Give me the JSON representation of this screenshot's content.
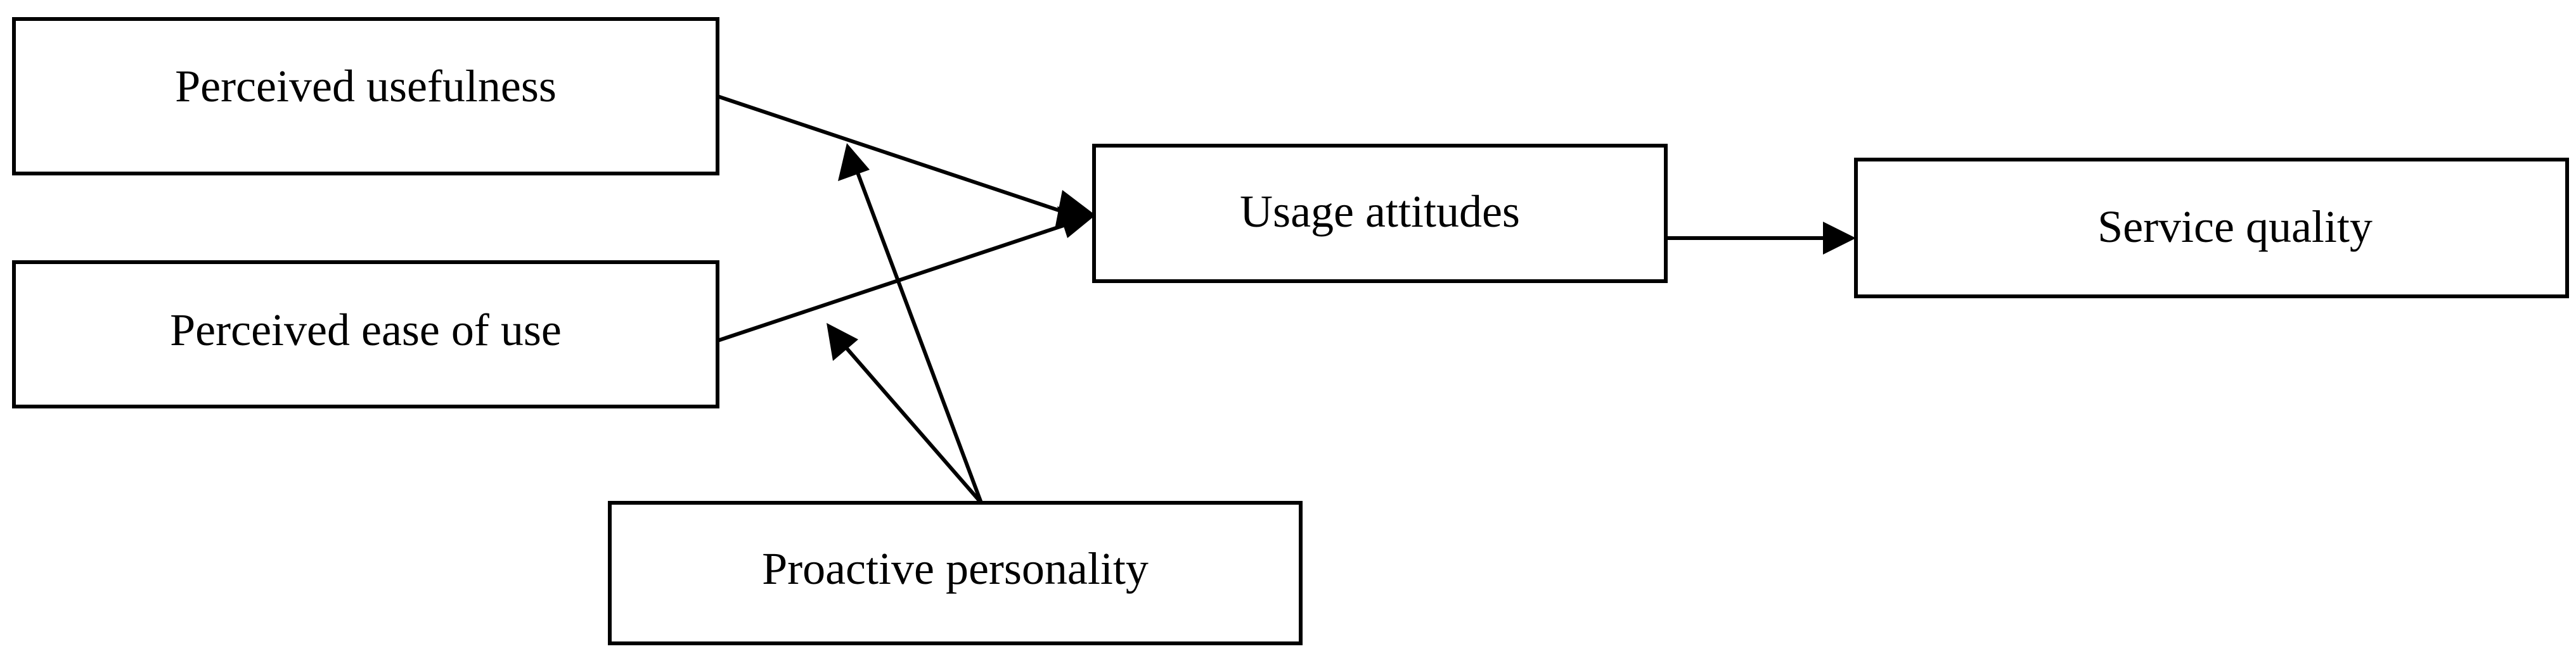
{
  "diagram": {
    "nodes": {
      "perceived_usefulness": "Perceived usefulness",
      "perceived_ease_of_use": "Perceived ease of use",
      "usage_attitudes": "Usage attitudes",
      "service_quality": "Service quality",
      "proactive_personality": "Proactive personality"
    },
    "edges": [
      {
        "from": "perceived_usefulness",
        "to": "usage_attitudes"
      },
      {
        "from": "perceived_ease_of_use",
        "to": "usage_attitudes"
      },
      {
        "from": "usage_attitudes",
        "to": "service_quality"
      },
      {
        "from": "proactive_personality",
        "to": "perceived_usefulness -> usage_attitudes",
        "type": "moderation"
      },
      {
        "from": "proactive_personality",
        "to": "perceived_ease_of_use -> usage_attitudes",
        "type": "moderation"
      }
    ],
    "colors": {
      "stroke": "#000000",
      "fill": "#ffffff"
    }
  }
}
